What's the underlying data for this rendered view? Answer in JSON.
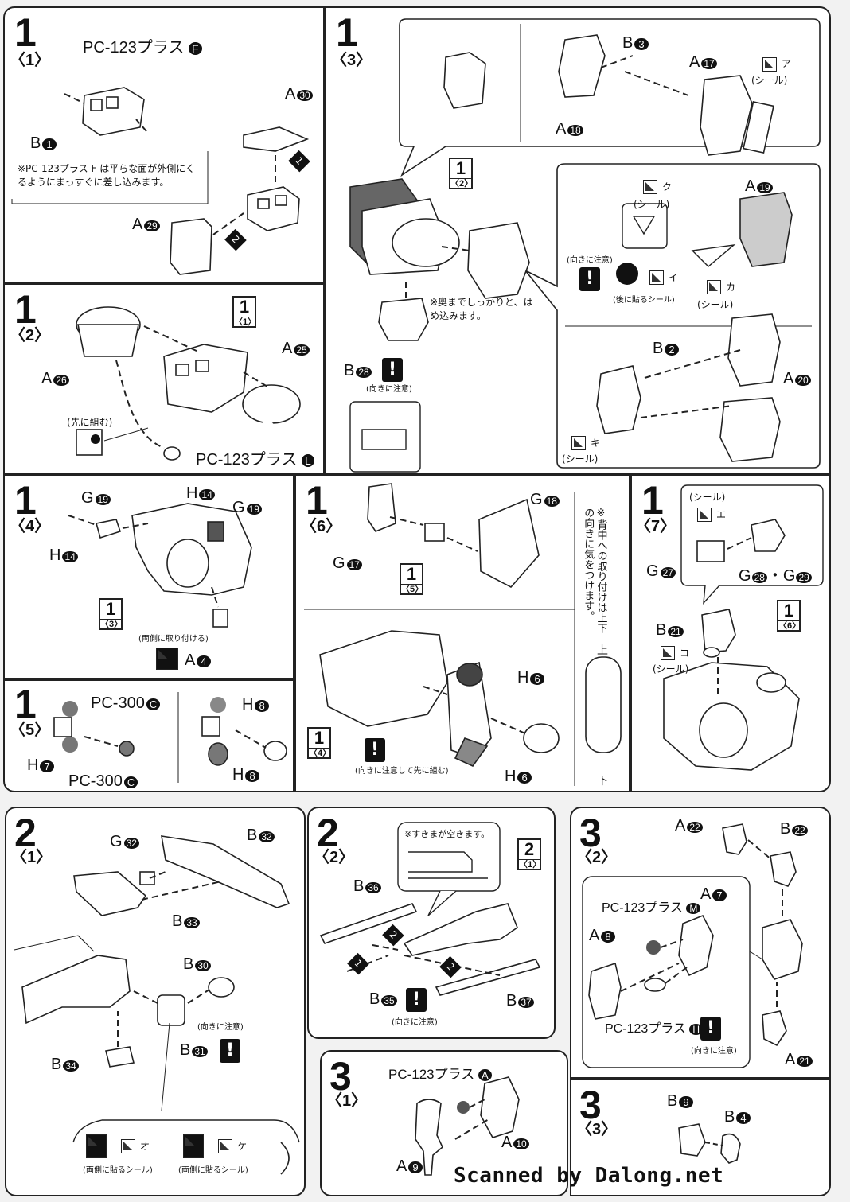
{
  "panel_1_1": {
    "step": "1",
    "sub": "〈1〉",
    "labels": {
      "pc": "PC-123プラス",
      "pc_letter": "F",
      "b1": "B",
      "b1_num": "1",
      "a30": "A",
      "a30_num": "30",
      "a29": "A",
      "a29_num": "29"
    },
    "order": {
      "first": "1",
      "second": "2"
    },
    "note": "※PC-123プラス F は平らな面が外側にくるようにまっすぐに差し込みます。"
  },
  "panel_1_2": {
    "step": "1",
    "sub": "〈2〉",
    "ref": {
      "num": "1",
      "sub": "〈1〉"
    },
    "labels": {
      "a25": "A",
      "a25_num": "25",
      "a26": "A",
      "a26_num": "26",
      "pc": "PC-123プラス",
      "pc_letter": "L"
    },
    "hint": "(先に組む)"
  },
  "panel_1_3": {
    "step": "1",
    "sub": "〈3〉",
    "ref": {
      "num": "1",
      "sub": "〈2〉"
    },
    "labels": {
      "b3": "B",
      "b3_num": "3",
      "a17": "A",
      "a17_num": "17",
      "a18": "A",
      "a18_num": "18",
      "a19": "A",
      "a19_num": "19",
      "b2": "B",
      "b2_num": "2",
      "a20": "A",
      "a20_num": "20",
      "b28": "B",
      "b28_num": "28"
    },
    "stickers": {
      "a": "ア",
      "ku": "ク",
      "i": "イ",
      "ka": "カ",
      "ki": "キ",
      "seal": "(シール)"
    },
    "caution": "(向きに注意)",
    "after_seal": "(後に貼るシール)",
    "note": "※奥までしっかりと、はめ込みます。",
    "warn": "!"
  },
  "panel_1_4": {
    "step": "1",
    "sub": "〈4〉",
    "ref": {
      "num": "1",
      "sub": "〈3〉"
    },
    "labels": {
      "g19a": "G",
      "g19a_num": "19",
      "h14a": "H",
      "h14a_num": "14",
      "h14b": "H",
      "h14b_num": "14",
      "g19b": "G",
      "g19b_num": "19",
      "a4": "A",
      "a4_num": "4"
    },
    "hint": "(両側に取り付ける)"
  },
  "panel_1_5": {
    "step": "1",
    "sub": "〈5〉",
    "labels": {
      "pc300a": "PC-300",
      "pc300a_letter": "C",
      "pc300b": "PC-300",
      "pc300b_letter": "C",
      "h7": "H",
      "h7_num": "7",
      "h8a": "H",
      "h8a_num": "8",
      "h8b": "H",
      "h8b_num": "8"
    }
  },
  "panel_1_6": {
    "step": "1",
    "sub": "〈6〉",
    "ref_a": {
      "num": "1",
      "sub": "〈5〉"
    },
    "ref_b": {
      "num": "1",
      "sub": "〈4〉"
    },
    "labels": {
      "g17": "G",
      "g17_num": "17",
      "g18": "G",
      "g18_num": "18",
      "h6a": "H",
      "h6a_num": "6",
      "h6b": "H",
      "h6b_num": "6"
    },
    "vertical_note": "※背中への取り付けは上下の向きに気をつけます。",
    "up": "上",
    "down": "下",
    "hint": "(向きに注意して先に組む)"
  },
  "panel_1_7": {
    "step": "1",
    "sub": "〈7〉",
    "ref": {
      "num": "1",
      "sub": "〈6〉"
    },
    "labels": {
      "g27": "G",
      "g27_num": "27",
      "g28": "G",
      "g28_num": "28",
      "dot": "・",
      "g29": "G",
      "g29_num": "29",
      "b21": "B",
      "b21_num": "21"
    },
    "stickers": {
      "e": "エ",
      "ko": "コ",
      "seal": "(シール)"
    }
  },
  "panel_2_1": {
    "step": "2",
    "sub": "〈1〉",
    "labels": {
      "g32": "G",
      "g32_num": "32",
      "b32": "B",
      "b32_num": "32",
      "b33": "B",
      "b33_num": "33",
      "b30": "B",
      "b30_num": "30",
      "b31": "B",
      "b31_num": "31",
      "b34": "B",
      "b34_num": "34"
    },
    "caution": "(向きに注意)",
    "stickers": {
      "o": "オ",
      "ke": "ケ"
    },
    "both_sides": "(両側に貼るシール)"
  },
  "panel_2_2": {
    "step": "2",
    "sub": "〈2〉",
    "ref": {
      "num": "2",
      "sub": "〈1〉"
    },
    "labels": {
      "b36": "B",
      "b36_num": "36",
      "b35": "B",
      "b35_num": "35",
      "b37": "B",
      "b37_num": "37"
    },
    "note": "※すきまが空きます。",
    "caution": "(向きに注意)",
    "order": {
      "first": "1",
      "second": "2"
    }
  },
  "panel_3_1": {
    "step": "3",
    "sub": "〈1〉",
    "labels": {
      "pc": "PC-123プラス",
      "pc_letter": "A",
      "a10": "A",
      "a10_num": "10",
      "a9": "A",
      "a9_num": "9"
    }
  },
  "panel_3_2": {
    "step": "3",
    "sub": "〈2〉",
    "labels": {
      "a22": "A",
      "a22_num": "22",
      "b22": "B",
      "b22_num": "22",
      "pcm": "PC-123プラス",
      "pcm_letter": "M",
      "a7": "A",
      "a7_num": "7",
      "a8": "A",
      "a8_num": "8",
      "pch": "PC-123プラス",
      "pch_letter": "H",
      "a21": "A",
      "a21_num": "21"
    },
    "caution": "(向きに注意)"
  },
  "panel_3_3": {
    "step": "3",
    "sub": "〈3〉",
    "labels": {
      "b9": "B",
      "b9_num": "9",
      "b4": "B",
      "b4_num": "4"
    }
  },
  "footer": "Scanned by Dalong.net"
}
